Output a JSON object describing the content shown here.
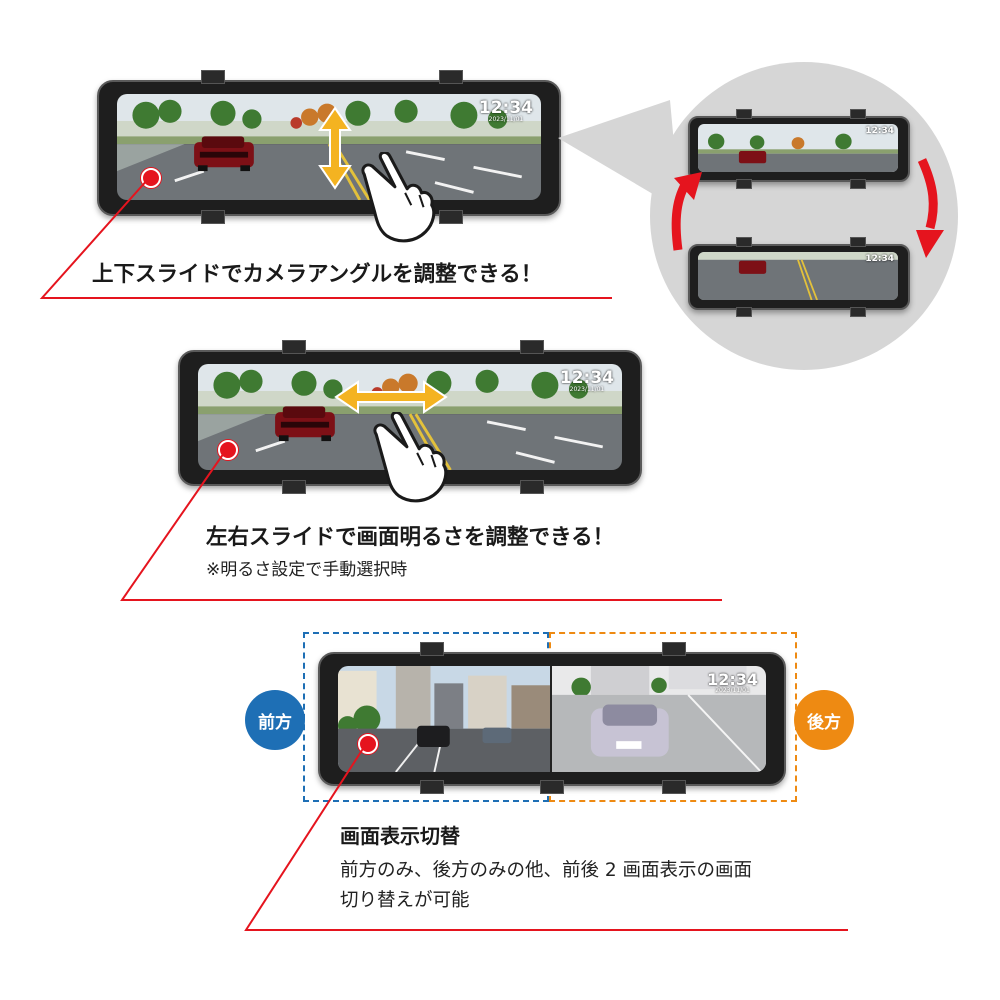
{
  "colors": {
    "accent_red": "#e5141e",
    "front_blue": "#1e6fb5",
    "rear_orange": "#ee8a12",
    "arrow_yellow": "#f4b321"
  },
  "clock": {
    "time": "12:34",
    "date": "2023/11/01"
  },
  "section1": {
    "caption": "上下スライドでカメラアングルを調整できる！",
    "gesture": "vertical swipe"
  },
  "section2": {
    "caption": "左右スライドで画面明るさを調整できる！",
    "note": "※明るさ設定で手動選択時",
    "gesture": "horizontal swipe"
  },
  "section3": {
    "front_label": "前方",
    "rear_label": "後方",
    "title": "画面表示切替",
    "desc_line1": "前方のみ、後方のみの他、前後 2 画面表示の画面",
    "desc_line2": "切り替えが可能"
  },
  "icons": [
    "two-finger-hand-icon",
    "vertical-double-arrow-icon",
    "horizontal-double-arrow-icon",
    "rotate-arrow-icon"
  ]
}
